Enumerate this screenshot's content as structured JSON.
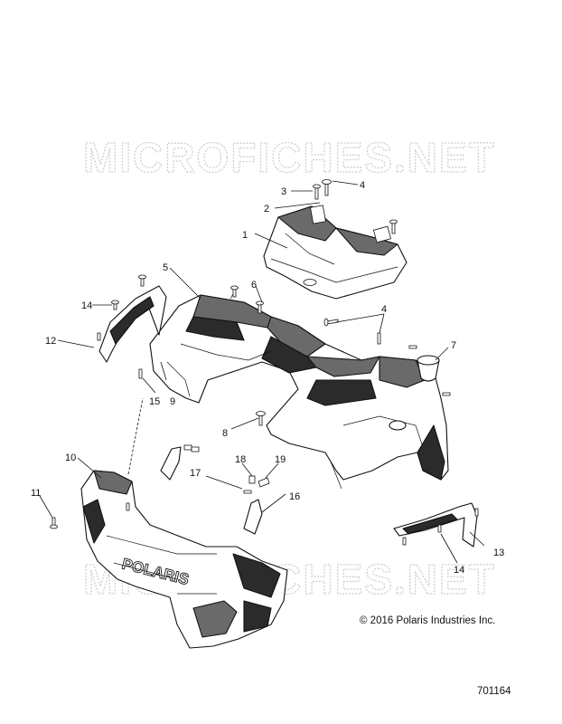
{
  "watermark": "MICROFICHES.NET",
  "copyright": "© 2016 Polaris Industries Inc.",
  "doc_number": "701164",
  "brand_emboss": "POLARIS",
  "callouts": [
    "1",
    "2",
    "3",
    "4",
    "4",
    "5",
    "6",
    "7",
    "8",
    "9",
    "10",
    "11",
    "12",
    "13",
    "14",
    "14",
    "15",
    "16",
    "17",
    "18",
    "19"
  ]
}
